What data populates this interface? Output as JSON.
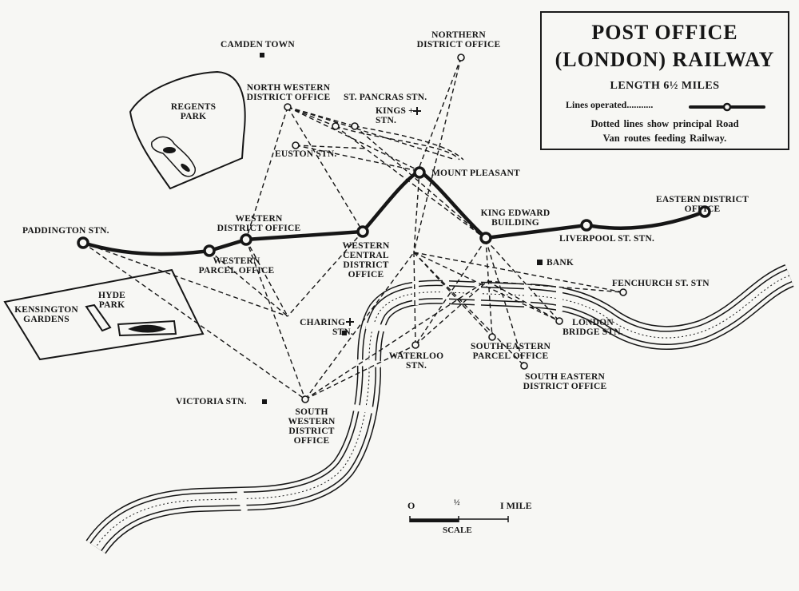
{
  "legend": {
    "title_line1": "POST OFFICE",
    "title_line2": "(LONDON) RAILWAY",
    "length": "LENGTH 6½ MILES",
    "lines_operated": "Lines operated...........",
    "dotted_line1": "Dotted lines show principal Road",
    "dotted_line2": "Van routes feeding Railway."
  },
  "scale": {
    "zero": "O",
    "half": "½",
    "one_mile": "I MILE",
    "label": "SCALE"
  },
  "places": {
    "camden_town": "CAMDEN TOWN",
    "regents_park": "REGENTS\nPARK",
    "northern_district_office": "NORTHERN\nDISTRICT OFFICE",
    "north_western_district_office": "NORTH WESTERN\nDISTRICT OFFICE",
    "st_pancras": "ST. PANCRAS STN.",
    "kings_cross": "KINGS +\nSTN.",
    "euston": "EUSTON STN.",
    "mount_pleasant": "MOUNT PLEASANT",
    "eastern_district_office": "EASTERN DISTRICT\nOFFICE",
    "paddington": "PADDINGTON STN.",
    "western_district_office": "WESTERN\nDISTRICT OFFICE",
    "western_parcel_office": "WESTERN\nPARCEL OFFICE",
    "western_central_district_office": "WESTERN\nCENTRAL\nDISTRICT\nOFFICE",
    "king_edward_building": "KING EDWARD\nBUILDING",
    "liverpool_st": "LIVERPOOL ST. STN.",
    "bank": "BANK",
    "fenchurch_st": "FENCHURCH ST. STN",
    "kensington_gardens": "KENSINGTON\nGARDENS",
    "hyde_park": "HYDE\nPARK",
    "charing_cross": "CHARING +\nSTN.",
    "london_bridge": "LONDON\nBRIDGE STN.",
    "waterloo": "WATERLOO\nSTN.",
    "south_eastern_parcel_office": "SOUTH EASTERN\nPARCEL OFFICE",
    "south_eastern_district_office": "SOUTH EASTERN\nDISTRICT OFFICE",
    "victoria": "VICTORIA STN.",
    "south_western_district_office": "SOUTH\nWESTERN\nDISTRICT\nOFFICE"
  },
  "colors": {
    "ink": "#161616",
    "paper": "#f7f7f4"
  }
}
